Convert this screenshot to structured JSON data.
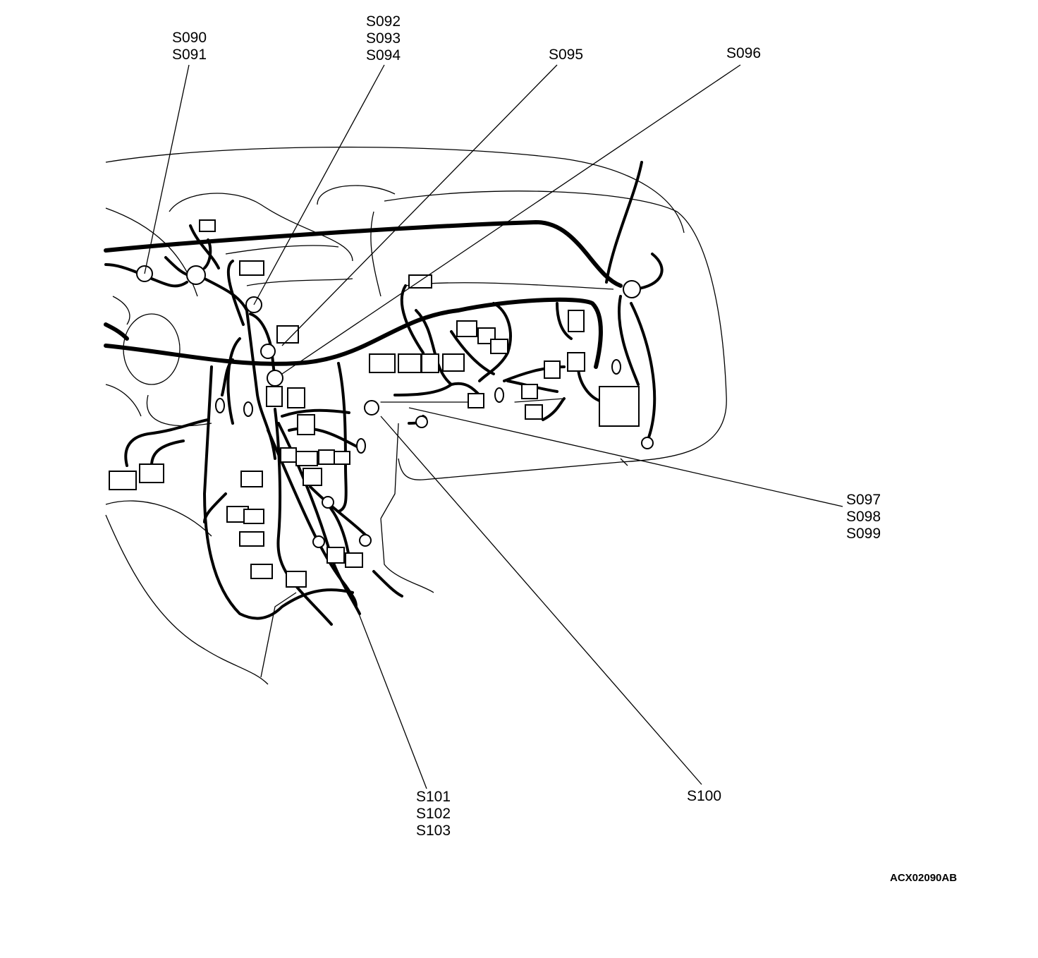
{
  "figure_id": "ACX02090AB",
  "callouts": {
    "s090_s091": [
      "S090",
      "S091"
    ],
    "s092_s094": [
      "S092",
      "S093",
      "S094"
    ],
    "s095": [
      "S095"
    ],
    "s096": [
      "S096"
    ],
    "s097_s099": [
      "S097",
      "S098",
      "S099"
    ],
    "s100": [
      "S100"
    ],
    "s101_s103": [
      "S101",
      "S102",
      "S103"
    ]
  },
  "colors": {
    "ink": "#000000",
    "paper": "#ffffff"
  }
}
